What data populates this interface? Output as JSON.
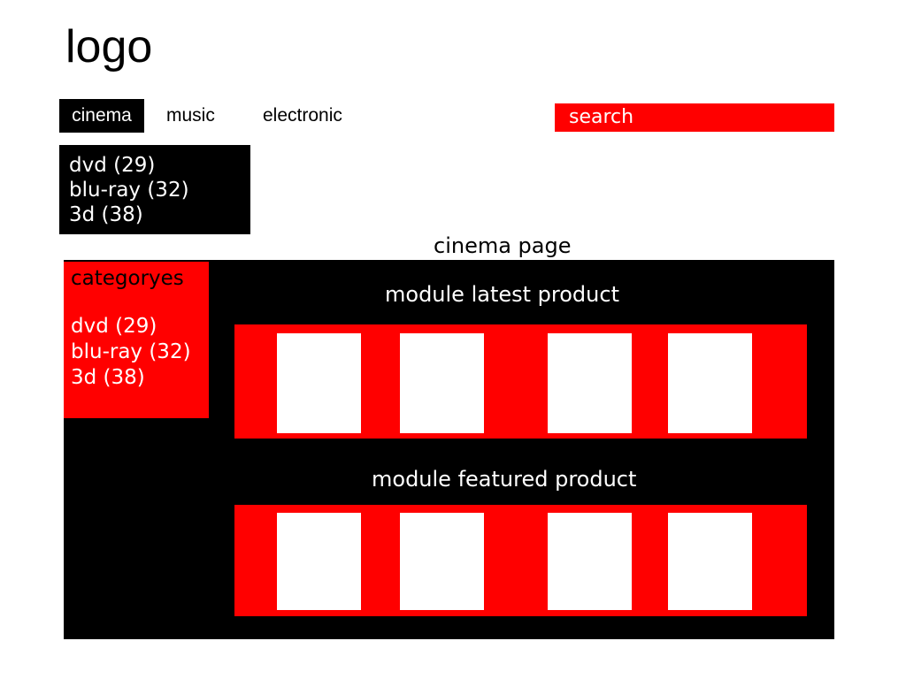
{
  "colors": {
    "accent_red": "#ff0000",
    "panel_black": "#000000",
    "background": "#ffffff"
  },
  "logo": {
    "text": "logo"
  },
  "nav": {
    "items": [
      {
        "label": "cinema",
        "active": true
      },
      {
        "label": "music",
        "active": false
      },
      {
        "label": "electronic",
        "active": false
      }
    ]
  },
  "search": {
    "label": "search"
  },
  "dropdown": {
    "items": [
      {
        "label": "dvd (29)"
      },
      {
        "label": "blu-ray (32)"
      },
      {
        "label": "3d (38)"
      }
    ]
  },
  "page_title": "cinema page",
  "sidebar": {
    "title": "categoryes",
    "items": [
      {
        "label": "dvd (29)"
      },
      {
        "label": "blu-ray (32)"
      },
      {
        "label": "3d (38)"
      }
    ]
  },
  "modules": [
    {
      "title": "module latest product",
      "placeholder_count": 4
    },
    {
      "title": "module featured product",
      "placeholder_count": 4
    }
  ]
}
